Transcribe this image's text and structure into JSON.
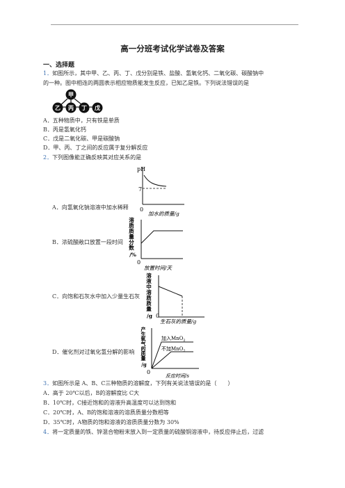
{
  "doc": {
    "title": "高一分班考试化学试卷及答案",
    "section": "一、选择题"
  },
  "q1": {
    "num": "1．",
    "line1": "如图所示，其中甲、乙、丙、丁、戊分别是铁、盐酸、氢氧化钙、二氧化碳、碳酸钠中",
    "line2": "的一种。图中相连的两圆表示相应物质能发生反应，已知乙是铁。下列说法错误的是",
    "nodes": [
      "甲",
      "乙",
      "丙",
      "丁",
      "戊"
    ],
    "options": [
      "A．五种物质中，只有铁是单质",
      "B．丙是氢氧化钙",
      "C．戊是二氧化碳、甲是碳酸钠",
      "D．甲、丙、丁之间的反应属于复分解反应"
    ]
  },
  "q2": {
    "num": "2．",
    "stem": "下列图像能正确反映其对应关系的是",
    "options": [
      "A．向氢氧化钠溶液中加水稀释",
      "B．浓硫酸敞口放置一段时间",
      "C．向饱和石灰水中加入少量生石灰",
      "D．催化剂对过氧化氢分解的影响"
    ],
    "graphA": {
      "ylabel": "pH",
      "mark7": "7",
      "origin": "0",
      "xlabel": "加水的质量/g"
    },
    "graphB": {
      "ylabel_chars": [
        "溶",
        "质",
        "质",
        "量",
        "分",
        "数",
        "/%"
      ],
      "origin": "0",
      "xlabel": "放置时间/天"
    },
    "graphC": {
      "ylabel_chars": [
        "溶",
        "液",
        "中",
        "溶",
        "质",
        "质",
        "量",
        "/g"
      ],
      "origin": "0",
      "xlabel": "生石灰的质量/g"
    },
    "graphD": {
      "ylabel_chars": [
        "产",
        "生",
        "氧",
        "气",
        "的",
        "质",
        "量",
        "/g"
      ],
      "origin": "0",
      "xlabel": "反应时间/s",
      "line1": "加入MnO",
      "line2": "不加MnO",
      "sub": "2"
    }
  },
  "q3": {
    "num": "3．",
    "stem": "如图所示是 A、B、C三种物质的溶解度，下列有关说法错误的是（　　）",
    "options": [
      "A．高于 20℃以后，B的溶解度比 C大",
      "B．10℃时，C接近饱和的溶液升高温度可以达到饱和",
      "C．20℃时，A、B的饱和溶液的溶质质量分数相等",
      "D．35℃时，A物质的饱和溶液的溶质质量分数为 30%"
    ]
  },
  "q4": {
    "num": "4．",
    "stem": "将一定质量的铁、锌混合物粉末放入到一定质量的硫酸铜溶液中，待反应停止后，过滤"
  }
}
